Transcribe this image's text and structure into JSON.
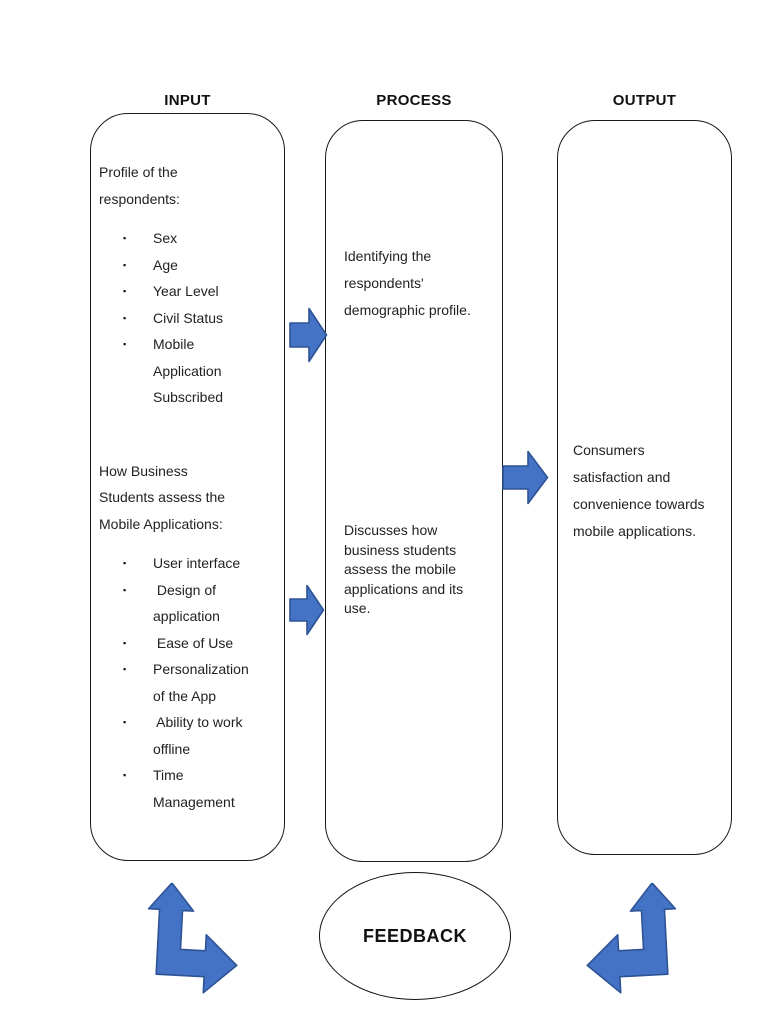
{
  "colors": {
    "arrow_fill": "#4472C4",
    "arrow_stroke": "#2E5395"
  },
  "columns": {
    "input": {
      "header": "INPUT",
      "section1": {
        "intro_lines": [
          "Profile of the",
          "respondents:"
        ],
        "bullets": [
          [
            "Sex"
          ],
          [
            "Age"
          ],
          [
            "Year Level"
          ],
          [
            "Civil Status"
          ],
          [
            "Mobile",
            "Application",
            "Subscribed"
          ]
        ]
      },
      "section2": {
        "intro_lines": [
          "How Business",
          "Students assess the",
          "Mobile Applications:"
        ],
        "bullets": [
          [
            "User interface"
          ],
          [
            " Design of",
            "application"
          ],
          [
            " Ease of Use"
          ],
          [
            "Personalization",
            "of the App"
          ],
          [
            " Ability to work",
            "offline"
          ],
          [
            "Time",
            "Management"
          ]
        ]
      }
    },
    "process": {
      "header": "PROCESS",
      "block1_lines": [
        "Identifying the",
        "respondents'",
        "demographic profile."
      ],
      "block2_lines": [
        "Discusses how",
        "business students",
        "assess the mobile",
        "applications and its",
        "use."
      ]
    },
    "output": {
      "header": "OUTPUT",
      "block_lines": [
        "Consumers",
        "satisfaction and",
        "convenience towards",
        "mobile applications."
      ]
    }
  },
  "feedback": {
    "label": "FEEDBACK"
  }
}
